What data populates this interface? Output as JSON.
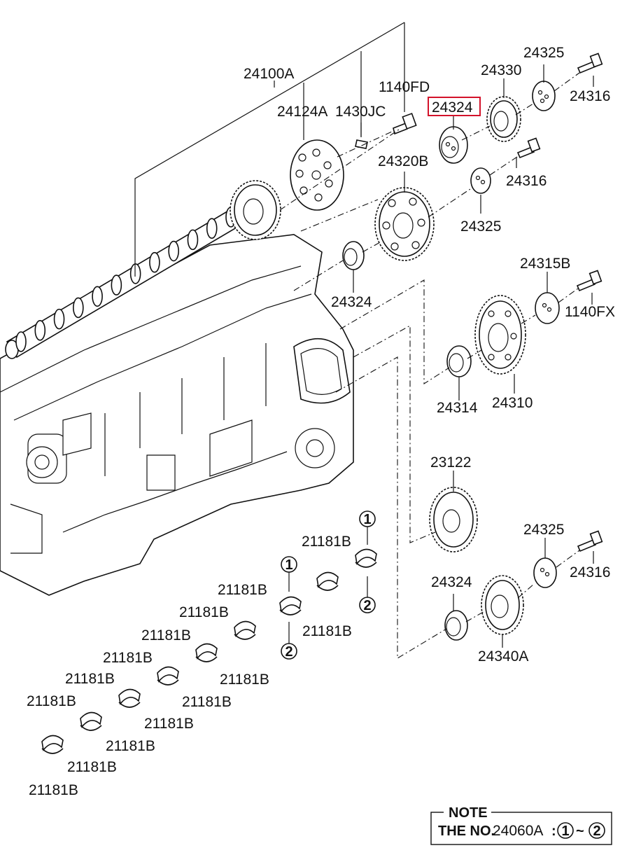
{
  "labels": {
    "p24100A": "24100A",
    "p24124A": "24124A",
    "p1430JC": "1430JC",
    "p1140FD": "1140FD",
    "p24324_hl": "24324",
    "p24330": "24330",
    "p24325_a": "24325",
    "p24316_a": "24316",
    "p24320B": "24320B",
    "p24316_b": "24316",
    "p24325_b": "24325",
    "p24324_b": "24324",
    "p24315B": "24315B",
    "p1140FX": "1140FX",
    "p24314": "24314",
    "p24310": "24310",
    "p23122": "23122",
    "p24325_c": "24325",
    "p24316_c": "24316",
    "p24324_c": "24324",
    "p24340A": "24340A",
    "bearing": "21181B"
  },
  "markers": {
    "one": "1",
    "two": "2"
  },
  "note": {
    "title": "NOTE",
    "prefix": "THE NO.",
    "part": "24060A",
    "colon": ":",
    "tilde": "~"
  },
  "colors": {
    "highlight": "#d3122a",
    "ink": "#111111"
  }
}
